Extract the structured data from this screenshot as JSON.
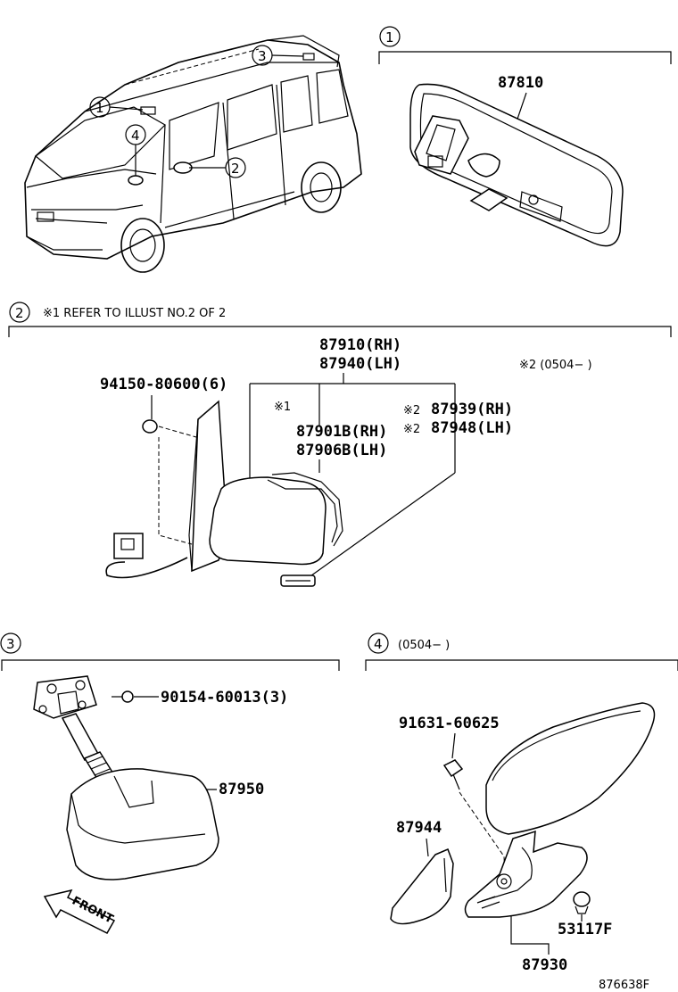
{
  "overview": {
    "callouts": [
      "1",
      "2",
      "3",
      "4"
    ]
  },
  "section1": {
    "index": "1",
    "parts": [
      "87810"
    ]
  },
  "section2": {
    "index": "2",
    "note": "※1  REFER TO ILLUST NO.2 OF 2",
    "applicability": "※2 (0504−      )",
    "parts": {
      "assy_rh": "87910(RH)",
      "assy_lh": "87940(LH)",
      "screw": "94150-80600(6)",
      "ref1": "※1",
      "outer_rh": "87901B(RH)",
      "outer_lh": "87906B(LH)",
      "lamp_rh": "87939(RH)",
      "lamp_lh": "87948(LH)",
      "mark2": "※2"
    }
  },
  "section3": {
    "index": "3",
    "parts": [
      "90154-60013(3)",
      "87950"
    ],
    "direction": "FRONT"
  },
  "section4": {
    "index": "4",
    "applicability": "(0504−           )",
    "parts": [
      "91631-60625",
      "87944",
      "53117F",
      "87930"
    ]
  },
  "figure_id": "876638F"
}
